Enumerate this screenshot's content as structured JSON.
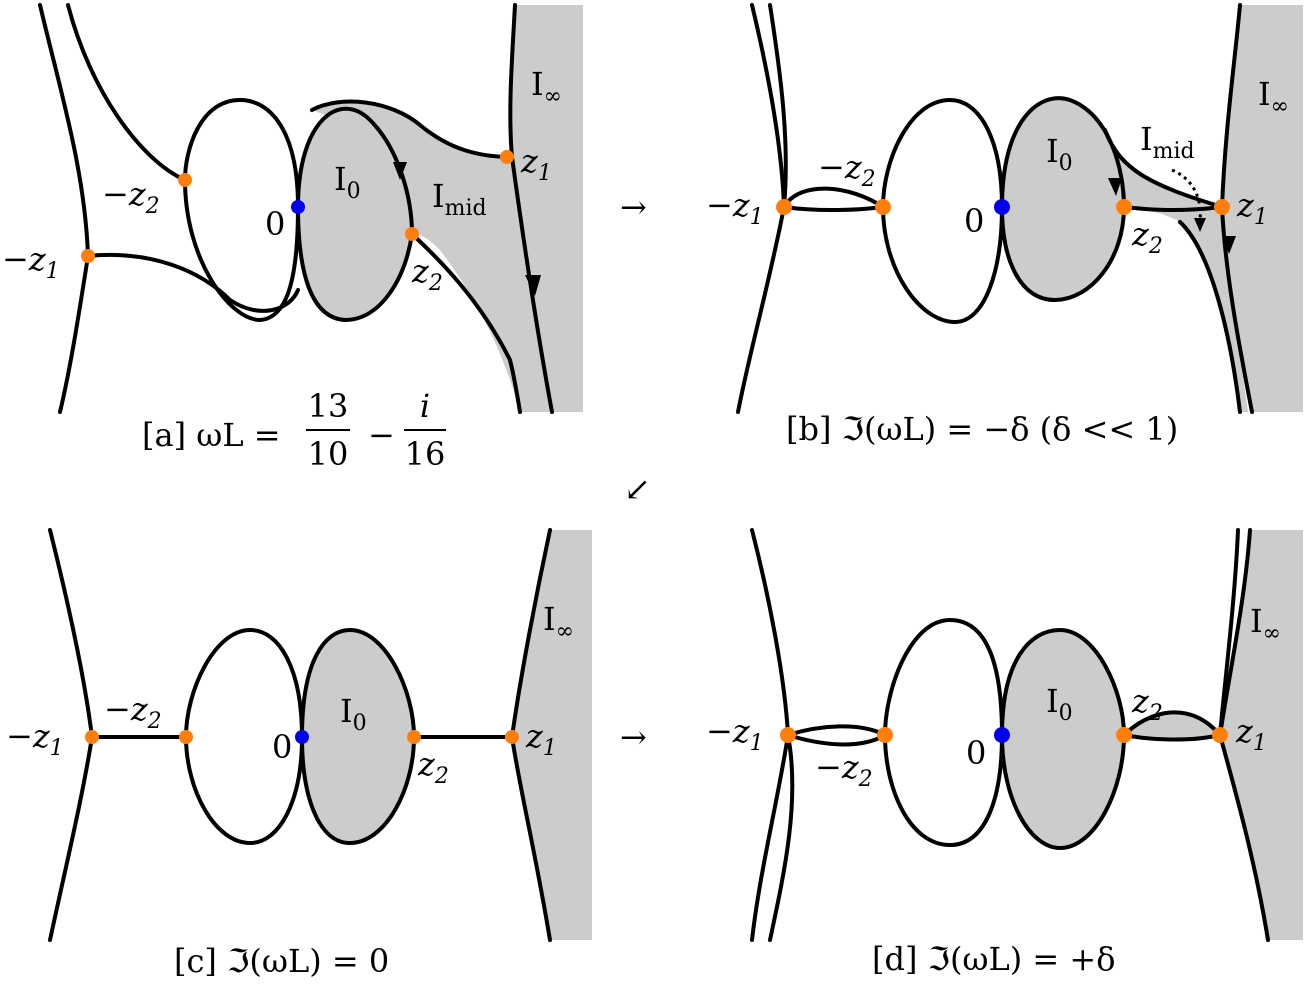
{
  "panels": {
    "a": {
      "caption_prefix": "[a] ωL =",
      "frac1_num": "13",
      "frac1_den": "10",
      "minus": "−",
      "frac2_num": "i",
      "frac2_den": "16",
      "labels": {
        "neg_z1": "−z",
        "neg_z1_sub": "1",
        "neg_z2": "−z",
        "neg_z2_sub": "2",
        "zero": "0",
        "z1": "z",
        "z1_sub": "1",
        "z2": "z",
        "z2_sub": "2",
        "i0": "I",
        "i0_sub": "0",
        "imid": "I",
        "imid_sub": "mid",
        "iinf": "I",
        "iinf_sub": "∞"
      }
    },
    "b": {
      "caption": "[b] ℑ(ωL) = −δ (δ << 1)",
      "labels": {
        "neg_z1": "−z",
        "neg_z1_sub": "1",
        "neg_z2": "−z",
        "neg_z2_sub": "2",
        "zero": "0",
        "z1": "z",
        "z1_sub": "1",
        "z2": "z",
        "z2_sub": "2",
        "i0": "I",
        "i0_sub": "0",
        "imid": "I",
        "imid_sub": "mid",
        "iinf": "I",
        "iinf_sub": "∞"
      }
    },
    "c": {
      "caption": "[c] ℑ(ωL) = 0",
      "labels": {
        "neg_z1": "−z",
        "neg_z1_sub": "1",
        "neg_z2": "−z",
        "neg_z2_sub": "2",
        "zero": "0",
        "z1": "z",
        "z1_sub": "1",
        "z2": "z",
        "z2_sub": "2",
        "i0": "I",
        "i0_sub": "0",
        "iinf": "I",
        "iinf_sub": "∞"
      }
    },
    "d": {
      "caption": "[d] ℑ(ωL) = +δ",
      "labels": {
        "neg_z1": "−z",
        "neg_z1_sub": "1",
        "neg_z2": "−z",
        "neg_z2_sub": "2",
        "zero": "0",
        "z1": "z",
        "z1_sub": "1",
        "z2": "z",
        "z2_sub": "2",
        "i0": "I",
        "i0_sub": "0",
        "iinf": "I",
        "iinf_sub": "∞"
      }
    }
  },
  "transition_arrows": {
    "a_to_b": "→",
    "b_to_c": "↙",
    "c_to_d": "→"
  },
  "colors": {
    "branch_point": "#ff7f0e",
    "origin_point": "#0000ee",
    "shaded_region": "#cccccc",
    "curve": "#000000"
  }
}
